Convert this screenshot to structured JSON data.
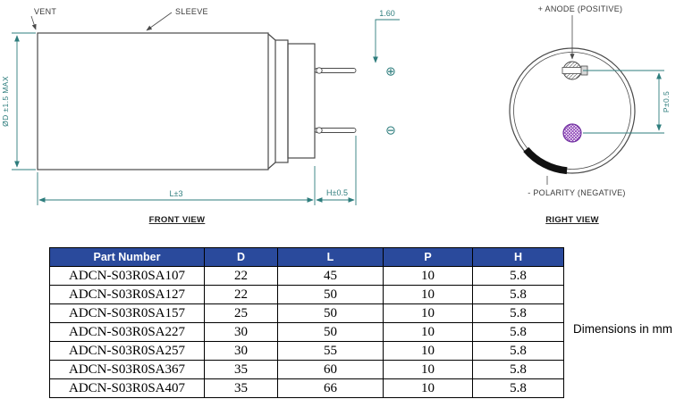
{
  "front_view": {
    "vent_label": "VENT",
    "sleeve_label": "SLEEVE",
    "diameter_dim": "ØD ±1.5 MAX",
    "lead_diameter_dim": "1.60",
    "body_length_dim": "L±3",
    "lead_length_dim": "H±0.5",
    "caption": "FRONT VIEW"
  },
  "right_view": {
    "anode_label": "+ ANODE (POSITIVE)",
    "polarity_label": "- POLARITY (NEGATIVE)",
    "pitch_dim": "P±0.5",
    "caption": "RIGHT VIEW"
  },
  "icons": {
    "positive_terminal": "⊕",
    "negative_terminal": "⊖"
  },
  "table": {
    "headers": [
      "Part Number",
      "D",
      "L",
      "P",
      "H"
    ],
    "rows": [
      [
        "ADCN-S03R0SA107",
        "22",
        "45",
        "10",
        "5.8"
      ],
      [
        "ADCN-S03R0SA127",
        "22",
        "50",
        "10",
        "5.8"
      ],
      [
        "ADCN-S03R0SA157",
        "25",
        "50",
        "10",
        "5.8"
      ],
      [
        "ADCN-S03R0SA227",
        "30",
        "50",
        "10",
        "5.8"
      ],
      [
        "ADCN-S03R0SA257",
        "30",
        "55",
        "10",
        "5.8"
      ],
      [
        "ADCN-S03R0SA367",
        "35",
        "60",
        "10",
        "5.8"
      ],
      [
        "ADCN-S03R0SA407",
        "35",
        "66",
        "10",
        "5.8"
      ]
    ]
  },
  "note": "Dimensions in mm",
  "colors": {
    "dimension_teal": "#2e7d7d",
    "header_blue": "#2a4a9c",
    "cathode_purple": "#7030a0"
  }
}
